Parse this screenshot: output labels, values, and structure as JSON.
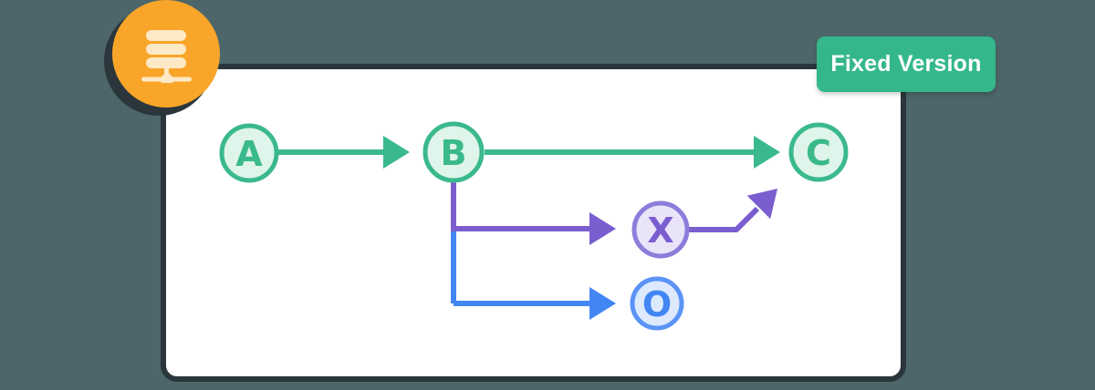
{
  "badge": {
    "label": "Fixed Version"
  },
  "logo": {
    "icon": "database-hierarchy-icon"
  },
  "diagram": {
    "nodes": [
      {
        "id": "A",
        "label": "A",
        "color": "green"
      },
      {
        "id": "B",
        "label": "B",
        "color": "green"
      },
      {
        "id": "C",
        "label": "C",
        "color": "green"
      },
      {
        "id": "X",
        "label": "X",
        "color": "purple"
      },
      {
        "id": "O",
        "label": "O",
        "color": "blue"
      }
    ],
    "edges": [
      {
        "from": "A",
        "to": "B",
        "color": "green"
      },
      {
        "from": "B",
        "to": "C",
        "color": "green"
      },
      {
        "from": "B",
        "to": "X",
        "color": "purple"
      },
      {
        "from": "X",
        "to": "upward-exit",
        "color": "purple"
      },
      {
        "from": "B",
        "to": "O",
        "color": "blue"
      }
    ]
  },
  "colors": {
    "background": "#4c6669",
    "ink": "#2b363c",
    "card": "#ffffff",
    "orange": "#f8a529",
    "cream": "#fde9c5",
    "badge_green": "#34b88b",
    "green": "#3ab98c",
    "green_fill": "#dff4ea",
    "purple": "#7a5ecf",
    "purple_soft": "#8d7ddb",
    "purple_fill": "#eae4f9",
    "blue": "#4286f3",
    "blue_soft": "#5b94f6",
    "blue_fill": "#ddeafd"
  }
}
